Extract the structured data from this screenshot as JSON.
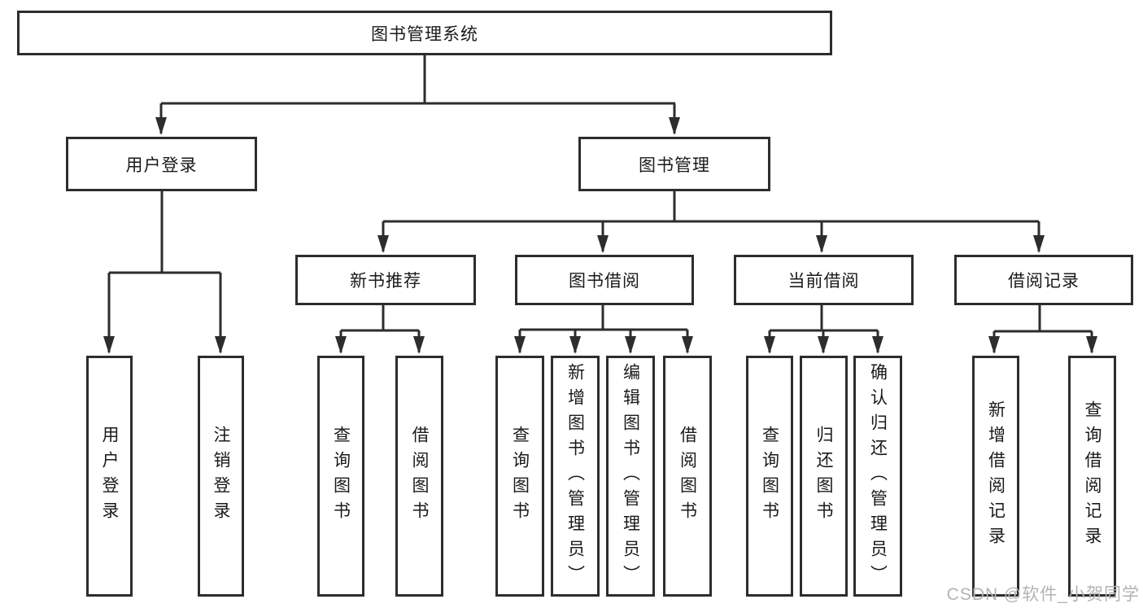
{
  "tree": {
    "label": "图书管理系统",
    "children": [
      {
        "label": "用户登录",
        "children": [
          {
            "label": "用户登录"
          },
          {
            "label": "注销登录"
          }
        ]
      },
      {
        "label": "图书管理",
        "children": [
          {
            "label": "新书推荐",
            "children": [
              {
                "label": "查询图书"
              },
              {
                "label": "借阅图书"
              }
            ]
          },
          {
            "label": "图书借阅",
            "children": [
              {
                "label": "查询图书"
              },
              {
                "label": "新增图书（管理员）"
              },
              {
                "label": "编辑图书（管理员）"
              },
              {
                "label": "借阅图书"
              }
            ]
          },
          {
            "label": "当前借阅",
            "children": [
              {
                "label": "查询图书"
              },
              {
                "label": "归还图书"
              },
              {
                "label": "确认归还（管理员）"
              }
            ]
          },
          {
            "label": "借阅记录",
            "children": [
              {
                "label": "新增借阅记录"
              },
              {
                "label": "查询借阅记录"
              }
            ]
          }
        ]
      }
    ]
  },
  "watermark": "CSDN @软件_小贺同学",
  "colors": {
    "line": "#2d2d2d",
    "box_border": "#2d2d2d",
    "box_fill": "#ffffff",
    "text": "#1a1a1a",
    "background": "#ffffff",
    "watermark": "#b3b3b3"
  }
}
